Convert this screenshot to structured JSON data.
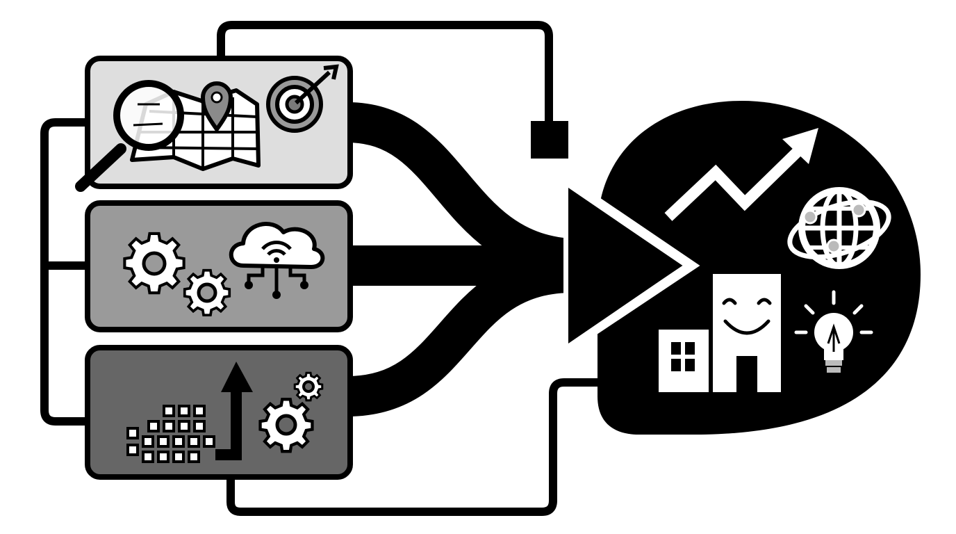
{
  "diagram": {
    "inputs": [
      {
        "stage": 1,
        "icons": [
          "magnifier-icon",
          "map-icon",
          "location-pin-icon",
          "target-icon"
        ],
        "fill": "#dedede"
      },
      {
        "stage": 2,
        "icons": [
          "gear-icon",
          "gear-icon",
          "cloud-network-icon",
          "wifi-icon"
        ],
        "fill": "#9a9a9a"
      },
      {
        "stage": 3,
        "icons": [
          "grid-squares-icon",
          "up-arrow-icon",
          "gear-icon",
          "gear-icon"
        ],
        "fill": "#666666"
      }
    ],
    "output": {
      "icons": [
        "trend-up-arrow-icon",
        "globe-network-icon",
        "building-icon",
        "smiling-building-icon",
        "light-bulb-icon"
      ],
      "fill": "#000000"
    },
    "connector": {
      "type": "merge-arrow",
      "gate": "square-node"
    }
  }
}
